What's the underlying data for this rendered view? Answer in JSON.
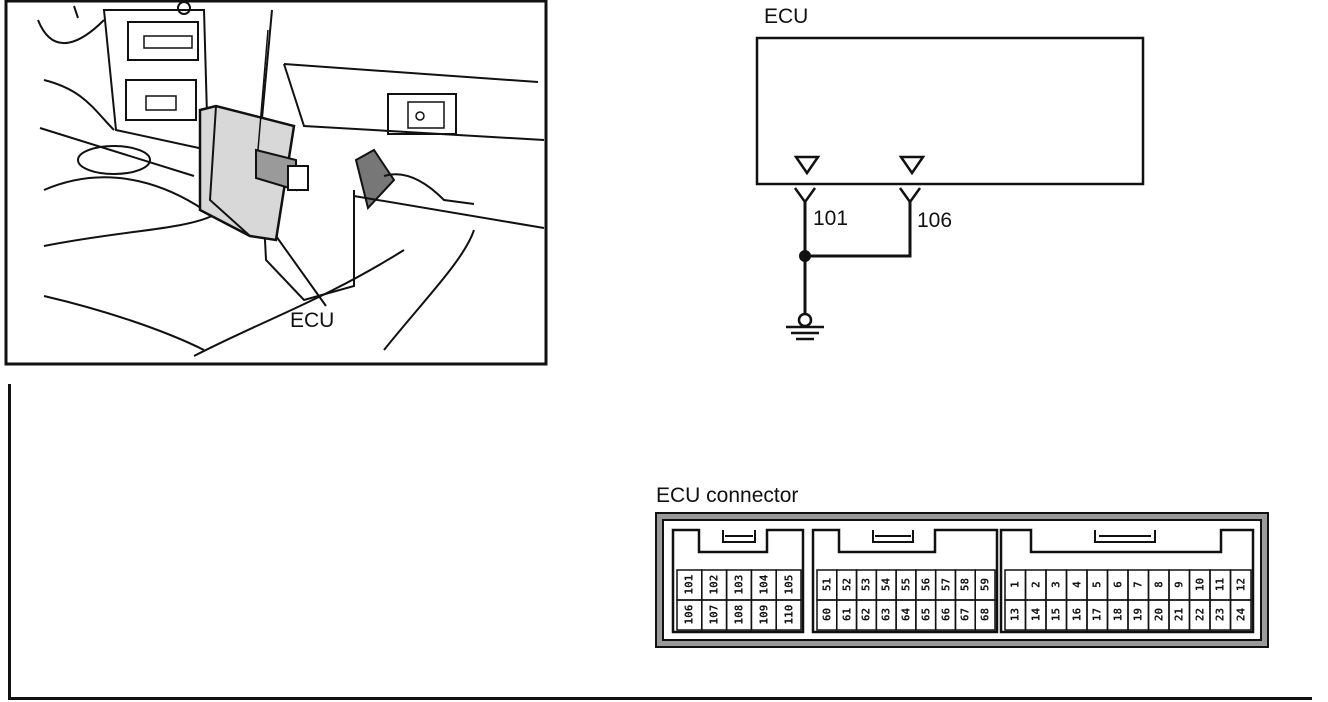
{
  "location_view": {
    "ecu_callout": "ECU"
  },
  "schematic": {
    "title": "ECU",
    "pins": [
      "101",
      "106"
    ]
  },
  "connector": {
    "title": "ECU connector",
    "block_left": {
      "top": [
        "101",
        "102",
        "103",
        "104",
        "105"
      ],
      "bottom": [
        "106",
        "107",
        "108",
        "109",
        "110"
      ]
    },
    "block_mid": {
      "top": [
        "51",
        "52",
        "53",
        "54",
        "55",
        "56",
        "57",
        "58",
        "59"
      ],
      "bottom": [
        "60",
        "61",
        "62",
        "63",
        "64",
        "65",
        "66",
        "67",
        "68"
      ]
    },
    "block_right": {
      "top": [
        "1",
        "2",
        "3",
        "4",
        "5",
        "6",
        "7",
        "8",
        "9",
        "10",
        "11",
        "12"
      ],
      "bottom": [
        "13",
        "14",
        "15",
        "16",
        "17",
        "18",
        "19",
        "20",
        "21",
        "22",
        "23",
        "24"
      ]
    }
  },
  "colors": {
    "line": "#111111",
    "background": "#ffffff",
    "shade": "#9a9a9a"
  }
}
